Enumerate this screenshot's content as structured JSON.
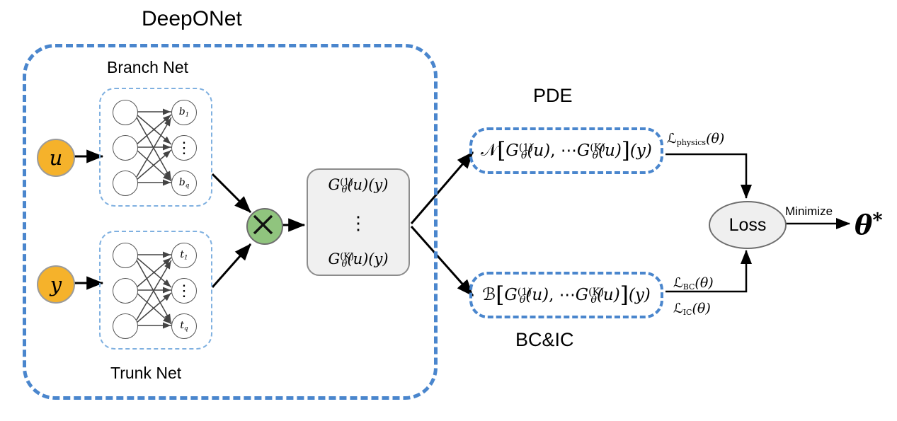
{
  "diagram": {
    "title": "DeepONet",
    "labels": {
      "deeponet": "DeepONet",
      "branch_net": "Branch Net",
      "trunk_net": "Trunk Net",
      "pde": "PDE",
      "bcic": "BC&IC",
      "minimize": "Minimize",
      "loss": "Loss"
    },
    "colors": {
      "dashed_blue": "#4a86cd",
      "subnet_blue": "#7fb0e0",
      "input_orange": "#f5b22b",
      "multiply_green": "#90c47e",
      "output_gray": "#f0f0f0",
      "loss_gray": "#efefef",
      "stroke": "#000000"
    },
    "inputs": [
      {
        "name": "function-input",
        "symbol": "u"
      },
      {
        "name": "coordinate-input",
        "symbol": "y"
      }
    ],
    "operator": {
      "symbol": "×",
      "name": "multiply"
    },
    "branch_net": {
      "hidden_nodes": [
        "",
        "",
        ""
      ],
      "output_nodes": [
        {
          "base": "b",
          "sub": "1"
        },
        {
          "base": "⋮",
          "sub": ""
        },
        {
          "base": "b",
          "sub": "q"
        }
      ]
    },
    "trunk_net": {
      "hidden_nodes": [
        "",
        "",
        ""
      ],
      "output_nodes": [
        {
          "base": "t",
          "sub": "1"
        },
        {
          "base": "⋮",
          "sub": ""
        },
        {
          "base": "t",
          "sub": "q"
        }
      ]
    },
    "output_box": {
      "first": {
        "base": "G",
        "sup": "(1)",
        "sub": "θ",
        "args": "(u)(y)"
      },
      "dots": "⋮",
      "last": {
        "base": "G",
        "sup": "(K)",
        "sub": "θ",
        "args": "(u)(y)"
      }
    },
    "pde_equation": {
      "operator": "𝒩",
      "open": "[",
      "term1": {
        "base": "G",
        "sup": "(1)",
        "sub": "θ",
        "args": "(u)"
      },
      "comma_dots": ", ⋯",
      "term2": {
        "base": "G",
        "sup": "(K)",
        "sub": "θ",
        "args": "(u)"
      },
      "close": "]",
      "eval": "(y)"
    },
    "bcic_equation": {
      "operator": "ℬ",
      "open": "[",
      "term1": {
        "base": "G",
        "sup": "(1)",
        "sub": "θ",
        "args": "(u)"
      },
      "comma_dots": ", ⋯",
      "term2": {
        "base": "G",
        "sup": "(K)",
        "sub": "θ",
        "args": "(u)"
      },
      "close": "]",
      "eval": "(y)"
    },
    "loss_terms": [
      {
        "name": "physics-loss",
        "symbol": "ℒ",
        "sub": "physics",
        "arg": "(θ)"
      },
      {
        "name": "bc-loss",
        "symbol": "ℒ",
        "sub": "BC",
        "arg": "(θ)"
      },
      {
        "name": "ic-loss",
        "symbol": "ℒ",
        "sub": "IC",
        "arg": "(θ)"
      }
    ],
    "result": {
      "symbol": "θ",
      "star": "*"
    }
  }
}
